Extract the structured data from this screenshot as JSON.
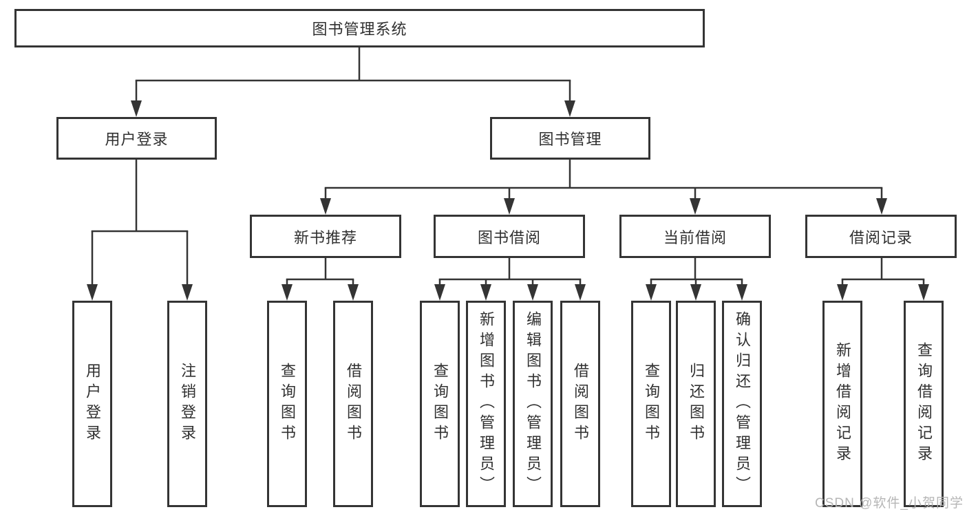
{
  "diagram": {
    "tree": {
      "label": "图书管理系统",
      "children": [
        {
          "label": "用户登录",
          "children": [
            {
              "label": "用户登录"
            },
            {
              "label": "注销登录"
            }
          ]
        },
        {
          "label": "图书管理",
          "children": [
            {
              "label": "新书推荐",
              "children": [
                {
                  "label": "查询图书"
                },
                {
                  "label": "借阅图书"
                }
              ]
            },
            {
              "label": "图书借阅",
              "children": [
                {
                  "label": "查询图书"
                },
                {
                  "label": "新增图书（管理员）"
                },
                {
                  "label": "编辑图书（管理员）"
                },
                {
                  "label": "借阅图书"
                }
              ]
            },
            {
              "label": "当前借阅",
              "children": [
                {
                  "label": "查询图书"
                },
                {
                  "label": "归还图书"
                },
                {
                  "label": "确认归还（管理员）"
                }
              ]
            },
            {
              "label": "借阅记录",
              "children": [
                {
                  "label": "新增借阅记录"
                },
                {
                  "label": "查询借阅记录"
                }
              ]
            }
          ]
        }
      ]
    }
  },
  "watermark": {
    "text": "CSDN @软件_小贺同学"
  },
  "colors": {
    "line": "#343434",
    "box_border": "#343434",
    "text": "#303030",
    "watermark": "#b2b2b2",
    "background": "#ffffff"
  }
}
